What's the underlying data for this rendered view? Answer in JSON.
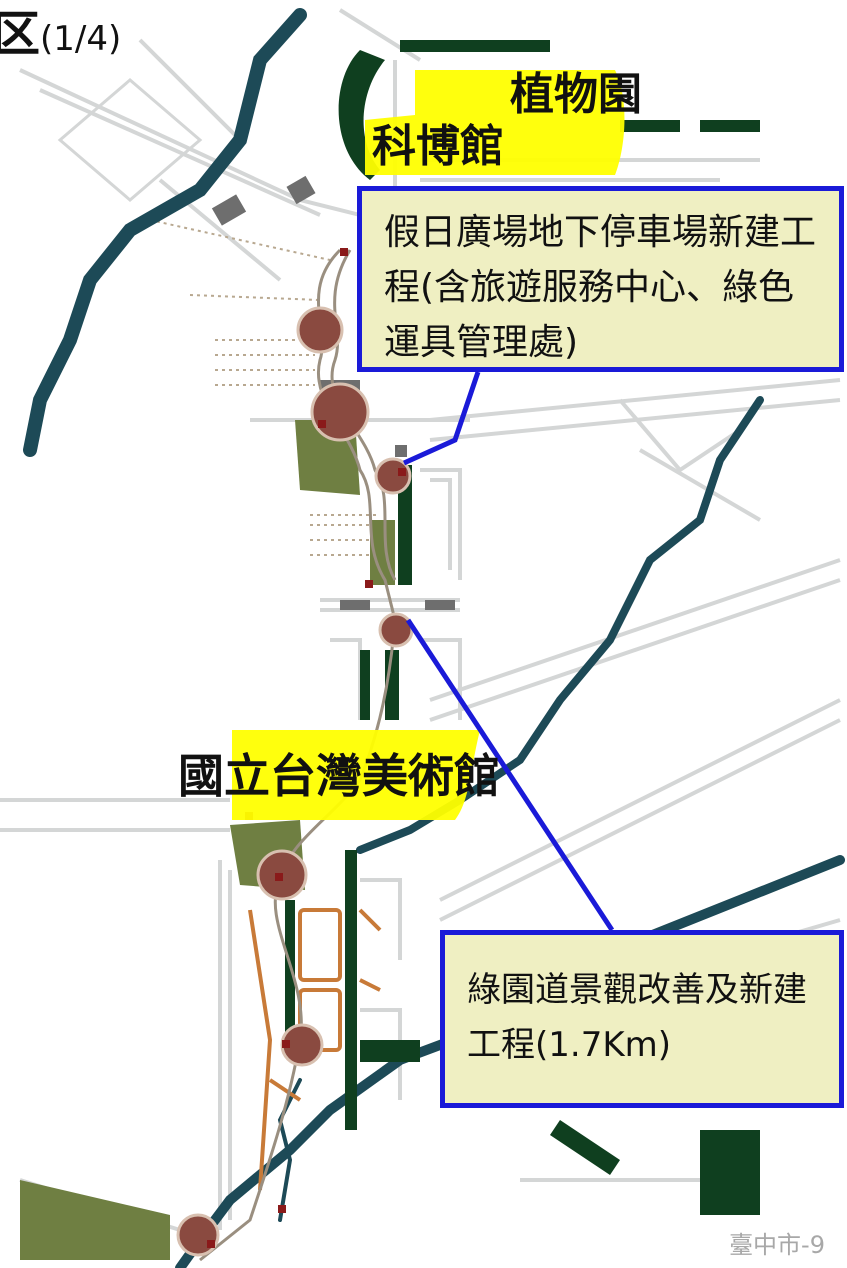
{
  "slide": {
    "title_char": "区",
    "title_suffix": "(1/4)",
    "page_number": "臺中市-9"
  },
  "map": {
    "labels": {
      "botanical_garden": "植物園",
      "science_museum": "科博館",
      "art_museum": "國立台灣美術館"
    },
    "callouts": {
      "parking": "假日廣場地下停車場新建工程(含旅遊服務中心、綠色運具管理處)",
      "greenway": "綠園道景觀改善及新建工程(1.7Km)"
    },
    "colors": {
      "callout_border": "#1a1ad8",
      "callout_fill": "#efefc2",
      "highlight": "#ffff00",
      "river": "#1d4a57",
      "park": "#6f7f42",
      "dark_green": "#0f3f1f",
      "plaza": "#8a4a40"
    }
  }
}
